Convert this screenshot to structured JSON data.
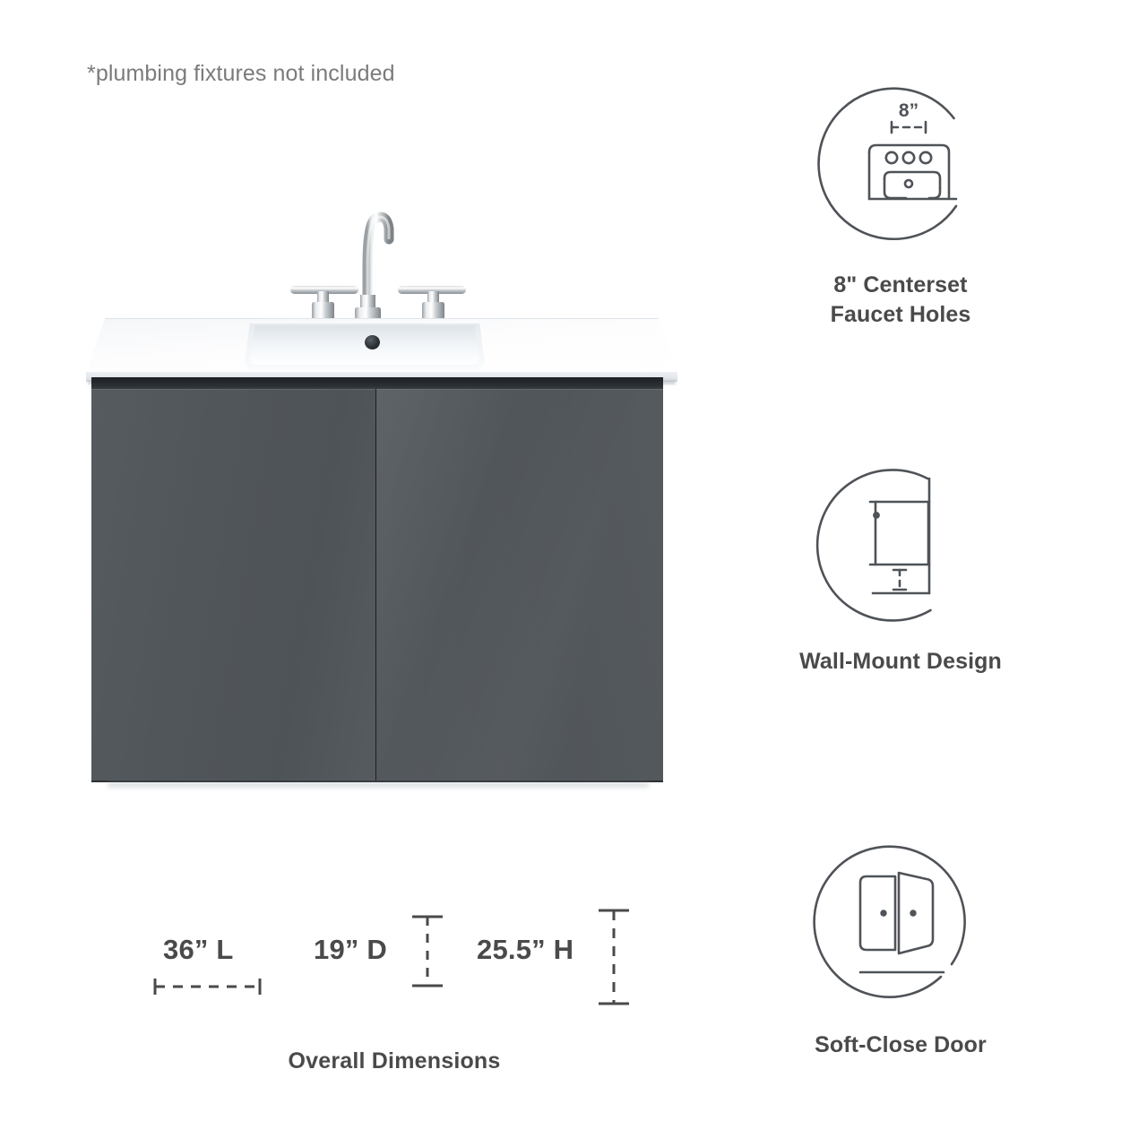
{
  "disclaimer": "*plumbing fixtures not included",
  "colors": {
    "cabinet": "#53575b",
    "cabinet_dark": "#2a2f33",
    "countertop": "#ffffff",
    "text": "#4a4a4a",
    "disclaimer_text": "#7b7b7b",
    "icon_stroke": "#4f5358",
    "faucet_metal": "#b9bdc0"
  },
  "product": {
    "name": "wall-mount-bathroom-vanity",
    "countertop_finish": "white",
    "cabinet_finish": "gray",
    "door_count": 2,
    "faucet_pieces": 3
  },
  "dimensions": {
    "caption": "Overall Dimensions",
    "items": [
      {
        "label": "36” L",
        "marker": "horizontal-dashed",
        "value": 36,
        "unit": "in",
        "axis": "length"
      },
      {
        "label": "19” D",
        "marker": "vertical-dashed-short",
        "value": 19,
        "unit": "in",
        "axis": "depth"
      },
      {
        "label": "25.5” H",
        "marker": "vertical-dashed-tall",
        "value": 25.5,
        "unit": "in",
        "axis": "height"
      }
    ]
  },
  "features": [
    {
      "icon": "sink-faucet-holes-icon",
      "label": "8\" Centerset\nFaucet Holes",
      "line1": "8\" Centerset",
      "line2": "Faucet Holes",
      "icon_dimension_label": "8”",
      "hole_count": 3
    },
    {
      "icon": "wall-mount-icon",
      "label": "Wall-Mount Design",
      "line1": "Wall-Mount Design",
      "line2": ""
    },
    {
      "icon": "soft-close-door-icon",
      "label": "Soft-Close Door",
      "line1": "Soft-Close Door",
      "line2": ""
    }
  ]
}
